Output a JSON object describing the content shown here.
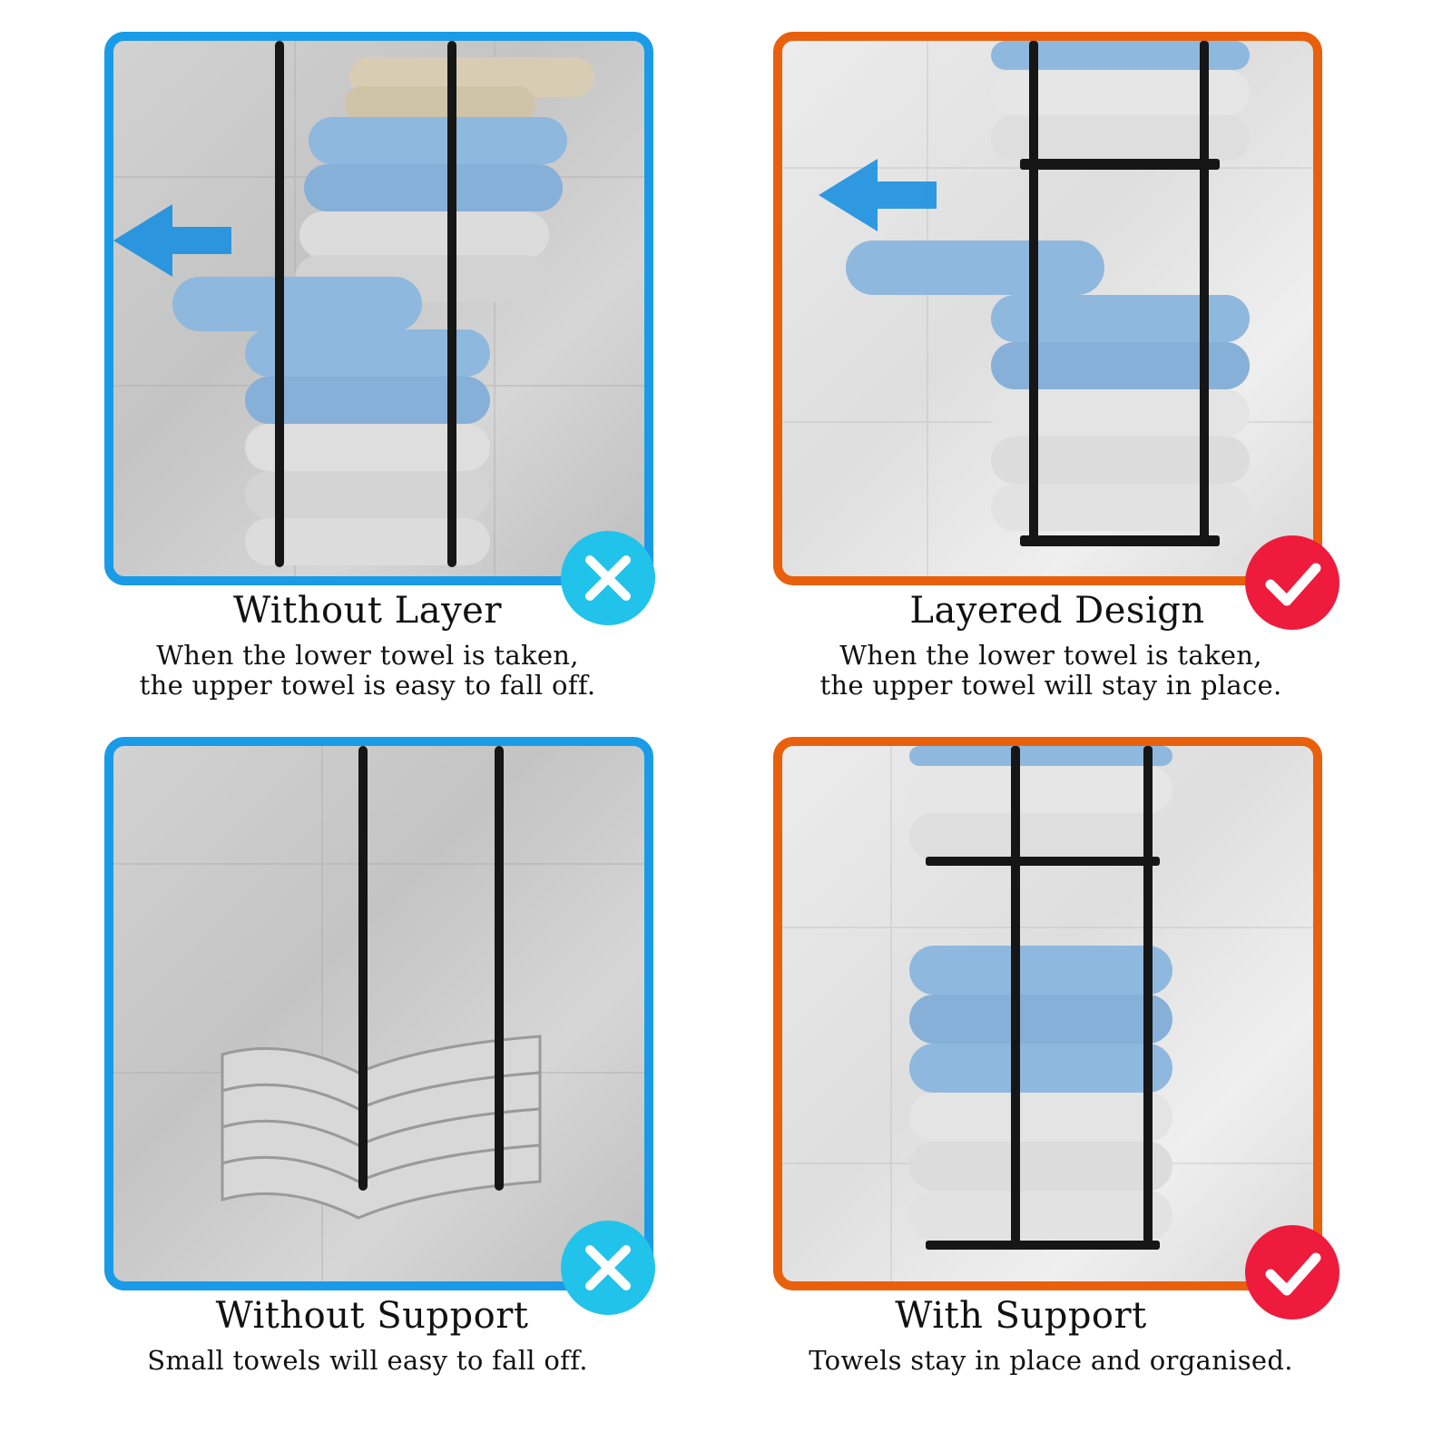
{
  "colors": {
    "bad_frame": "#1a9be8",
    "good_frame": "#e8600c",
    "bad_badge": "#22c3ea",
    "good_badge": "#ee1b3c",
    "arrow": "#1a8fe0",
    "rack": "#161616",
    "towel_blue": "#8fb8de",
    "towel_white": "#e4e4e4",
    "towel_beige": "#d8cdb4"
  },
  "panels": [
    {
      "title": "Without Layer",
      "desc_line1": "When the lower towel is taken,",
      "desc_line2": "the upper towel is easy to fall off.",
      "verdict": "bad",
      "badge_icon": "x-mark-icon"
    },
    {
      "title": "Layered Design",
      "desc_line1": "When the lower towel is taken,",
      "desc_line2": "the upper towel will stay in place.",
      "verdict": "good",
      "badge_icon": "check-mark-icon"
    },
    {
      "title": "Without Support",
      "desc_line1": "Small towels will easy to fall off.",
      "verdict": "bad",
      "badge_icon": "x-mark-icon"
    },
    {
      "title": "With Support",
      "desc_line1": "Towels stay in place and organised.",
      "verdict": "good",
      "badge_icon": "check-mark-icon"
    }
  ]
}
